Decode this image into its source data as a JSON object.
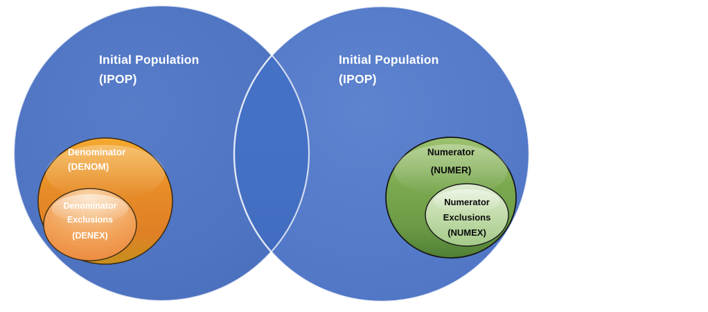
{
  "venn": {
    "left_circle": {
      "name": "Initial Population",
      "abbr": "(IPOP)"
    },
    "right_circle": {
      "name": "Initial Population",
      "abbr": "(IPOP)"
    },
    "denominator": {
      "name": "Denominator",
      "abbr": "(DENOM)"
    },
    "denominator_exclusions": {
      "name_line1": "Denominator",
      "name_line2": "Exclusions",
      "abbr": "(DENEX)"
    },
    "numerator": {
      "name": "Numerator",
      "abbr": "(NUMER)"
    },
    "numerator_exclusions": {
      "name_line1": "Numerator",
      "name_line2": "Exclusions",
      "abbr": "(NUMEX)"
    }
  },
  "colors": {
    "left_circle_fill": "#4F74C2",
    "right_circle_fill": "#5379C8",
    "overlap_fill": "#4470C4",
    "circle_edge_highlight": "#FFFFFF",
    "denominator_fill": "#E08026",
    "denominator_exclusions_fill": "#EA8538",
    "numerator_fill": "#6A9A45",
    "numerator_exclusions_fill": "#C3DCAB",
    "orange_outline": "#3A2B10",
    "green_outline": "#161616",
    "label_light": "#FFFFFF",
    "label_dark": "#0A0A0A",
    "background": "#FFFFFF"
  }
}
